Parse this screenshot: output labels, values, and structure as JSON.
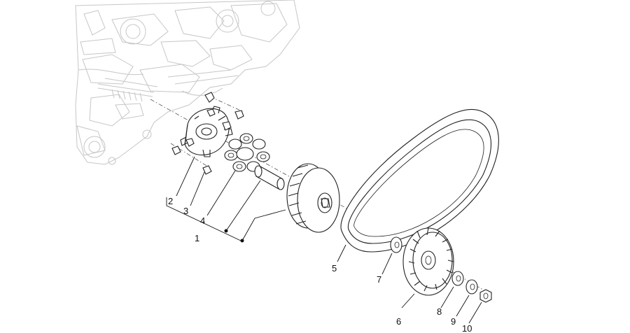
{
  "diagram": {
    "callouts": [
      {
        "id": "2",
        "text": "2"
      },
      {
        "id": "3",
        "text": "3"
      },
      {
        "id": "4",
        "text": "4"
      },
      {
        "id": "1",
        "text": "1"
      },
      {
        "id": "5",
        "text": "5"
      },
      {
        "id": "7",
        "text": "7"
      },
      {
        "id": "6",
        "text": "6"
      },
      {
        "id": "8",
        "text": "8"
      },
      {
        "id": "9",
        "text": "9"
      },
      {
        "id": "10",
        "text": "10"
      }
    ]
  }
}
